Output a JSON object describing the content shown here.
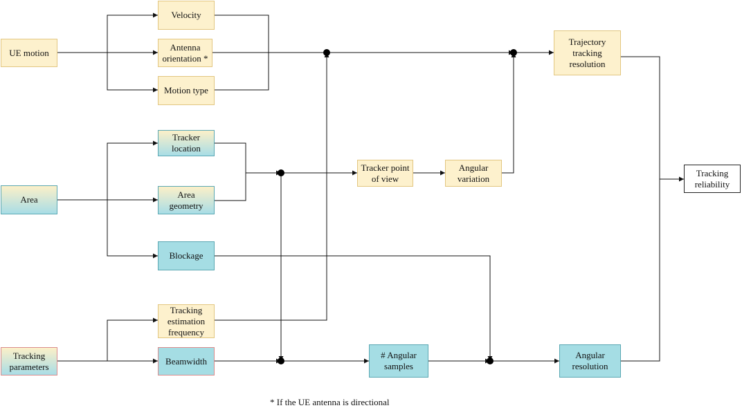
{
  "nodes": {
    "ue_motion": "UE motion",
    "velocity": "Velocity",
    "antenna_orientation": "Antenna orientation *",
    "motion_type": "Motion type",
    "area": "Area",
    "tracker_location": "Tracker location",
    "area_geometry": "Area geometry",
    "blockage": "Blockage",
    "tracking_parameters": "Tracking parameters",
    "tracking_estimation_frequency": "Tracking estimation frequency",
    "beamwidth": "Beamwidth",
    "tracker_point_of_view": "Tracker point of view",
    "angular_variation": "Angular variation",
    "trajectory_tracking_resolution": "Trajectory tracking resolution",
    "angular_samples": "# Angular samples",
    "angular_resolution": "Angular resolution",
    "tracking_reliability": "Tracking reliability"
  },
  "footnote": "* If the UE antenna is directional",
  "colors": {
    "yellow_fill": "#fdf1cd",
    "teal_fill": "#a5dde4",
    "line": "#111111"
  }
}
